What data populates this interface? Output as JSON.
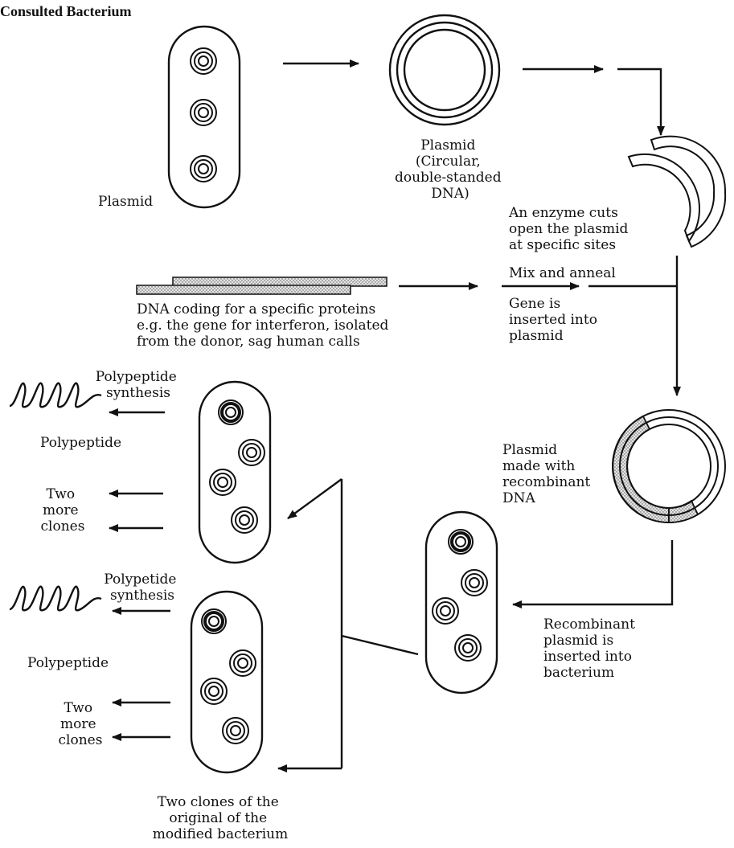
{
  "labels": {
    "consulted_bacterium": "Consulted Bacterium",
    "plasmid_label": "Plasmid",
    "plasmid_desc": [
      "Plasmid",
      "(Circular,",
      "double-standed",
      "DNA)"
    ],
    "enzyme_cut": [
      "An enzyme cuts",
      "open the plasmid",
      "at specific sites"
    ],
    "mix_anneal": "Mix and anneal",
    "gene_inserted": [
      "Gene is",
      "inserted into",
      "plasmid"
    ],
    "donor_dna": [
      "DNA coding for a specific proteins",
      "e.g. the gene for interferon, isolated",
      "from the donor, sag human calls"
    ],
    "recombinant_plasmid": [
      "Plasmid",
      "made with",
      "recombinant",
      "DNA"
    ],
    "recombinant_inserted": [
      "Recombinant",
      "plasmid is",
      "inserted into",
      "bacterium"
    ],
    "clone1_synthesis": [
      "Polypeptide",
      "synthesis"
    ],
    "clone1_polypeptide": "Polypeptide",
    "clone1_more_clones": [
      "Two",
      "more",
      "clones"
    ],
    "clone2_synthesis": [
      "Polypetide",
      "synthesis"
    ],
    "clone2_polypeptide": "Polypeptide",
    "clone2_more_clones": [
      "Two",
      "more",
      "clones"
    ],
    "two_clones_caption": [
      "Two clones of the",
      "original of the",
      "modified bacterium"
    ]
  },
  "colors": {
    "ink": "#111111",
    "stipple": "#cfcfcf",
    "background": "#ffffff"
  },
  "icons": [
    "arrow-right-icon",
    "arrow-left-icon",
    "arrow-down-icon",
    "polypeptide-coil-icon",
    "plasmid-ring-icon"
  ]
}
